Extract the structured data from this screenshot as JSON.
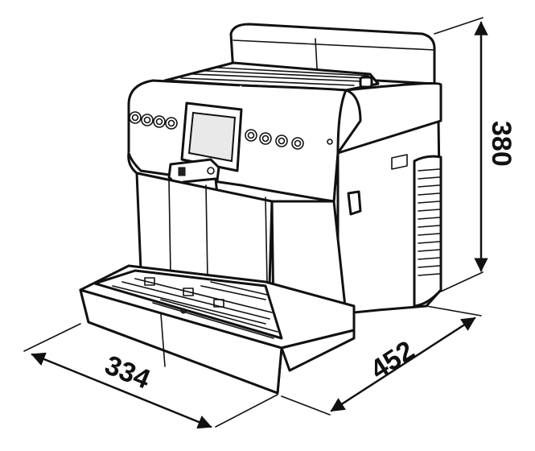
{
  "dimensions": {
    "width": "334",
    "depth": "452",
    "height": "380"
  },
  "icons": {
    "machine": "espresso-machine-icon"
  }
}
